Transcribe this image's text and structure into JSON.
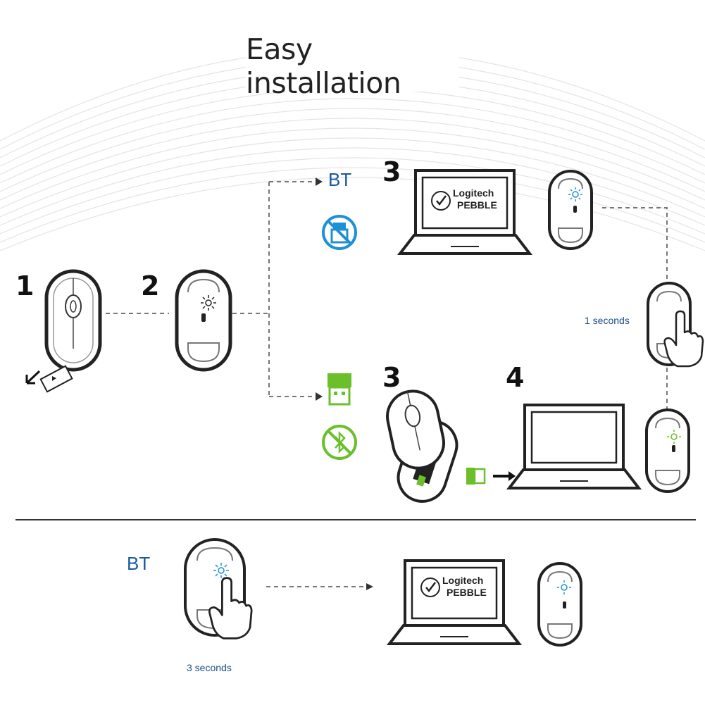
{
  "title": "Easy installation",
  "steps": {
    "s1": "1",
    "s2": "2",
    "s3_bt": "3",
    "s3_receiver": "3",
    "s4": "4"
  },
  "modes": {
    "bt_top": "BT",
    "bt_bottom": "BT"
  },
  "durations": {
    "hold_short": "1 seconds",
    "hold_long": "3 seconds"
  },
  "screen": {
    "brand": "Logitech",
    "product": "PEBBLE"
  },
  "colors": {
    "bt_blue": "#1e90d6",
    "receiver_green": "#6abf2a",
    "text_blue": "#1b5a9a"
  }
}
